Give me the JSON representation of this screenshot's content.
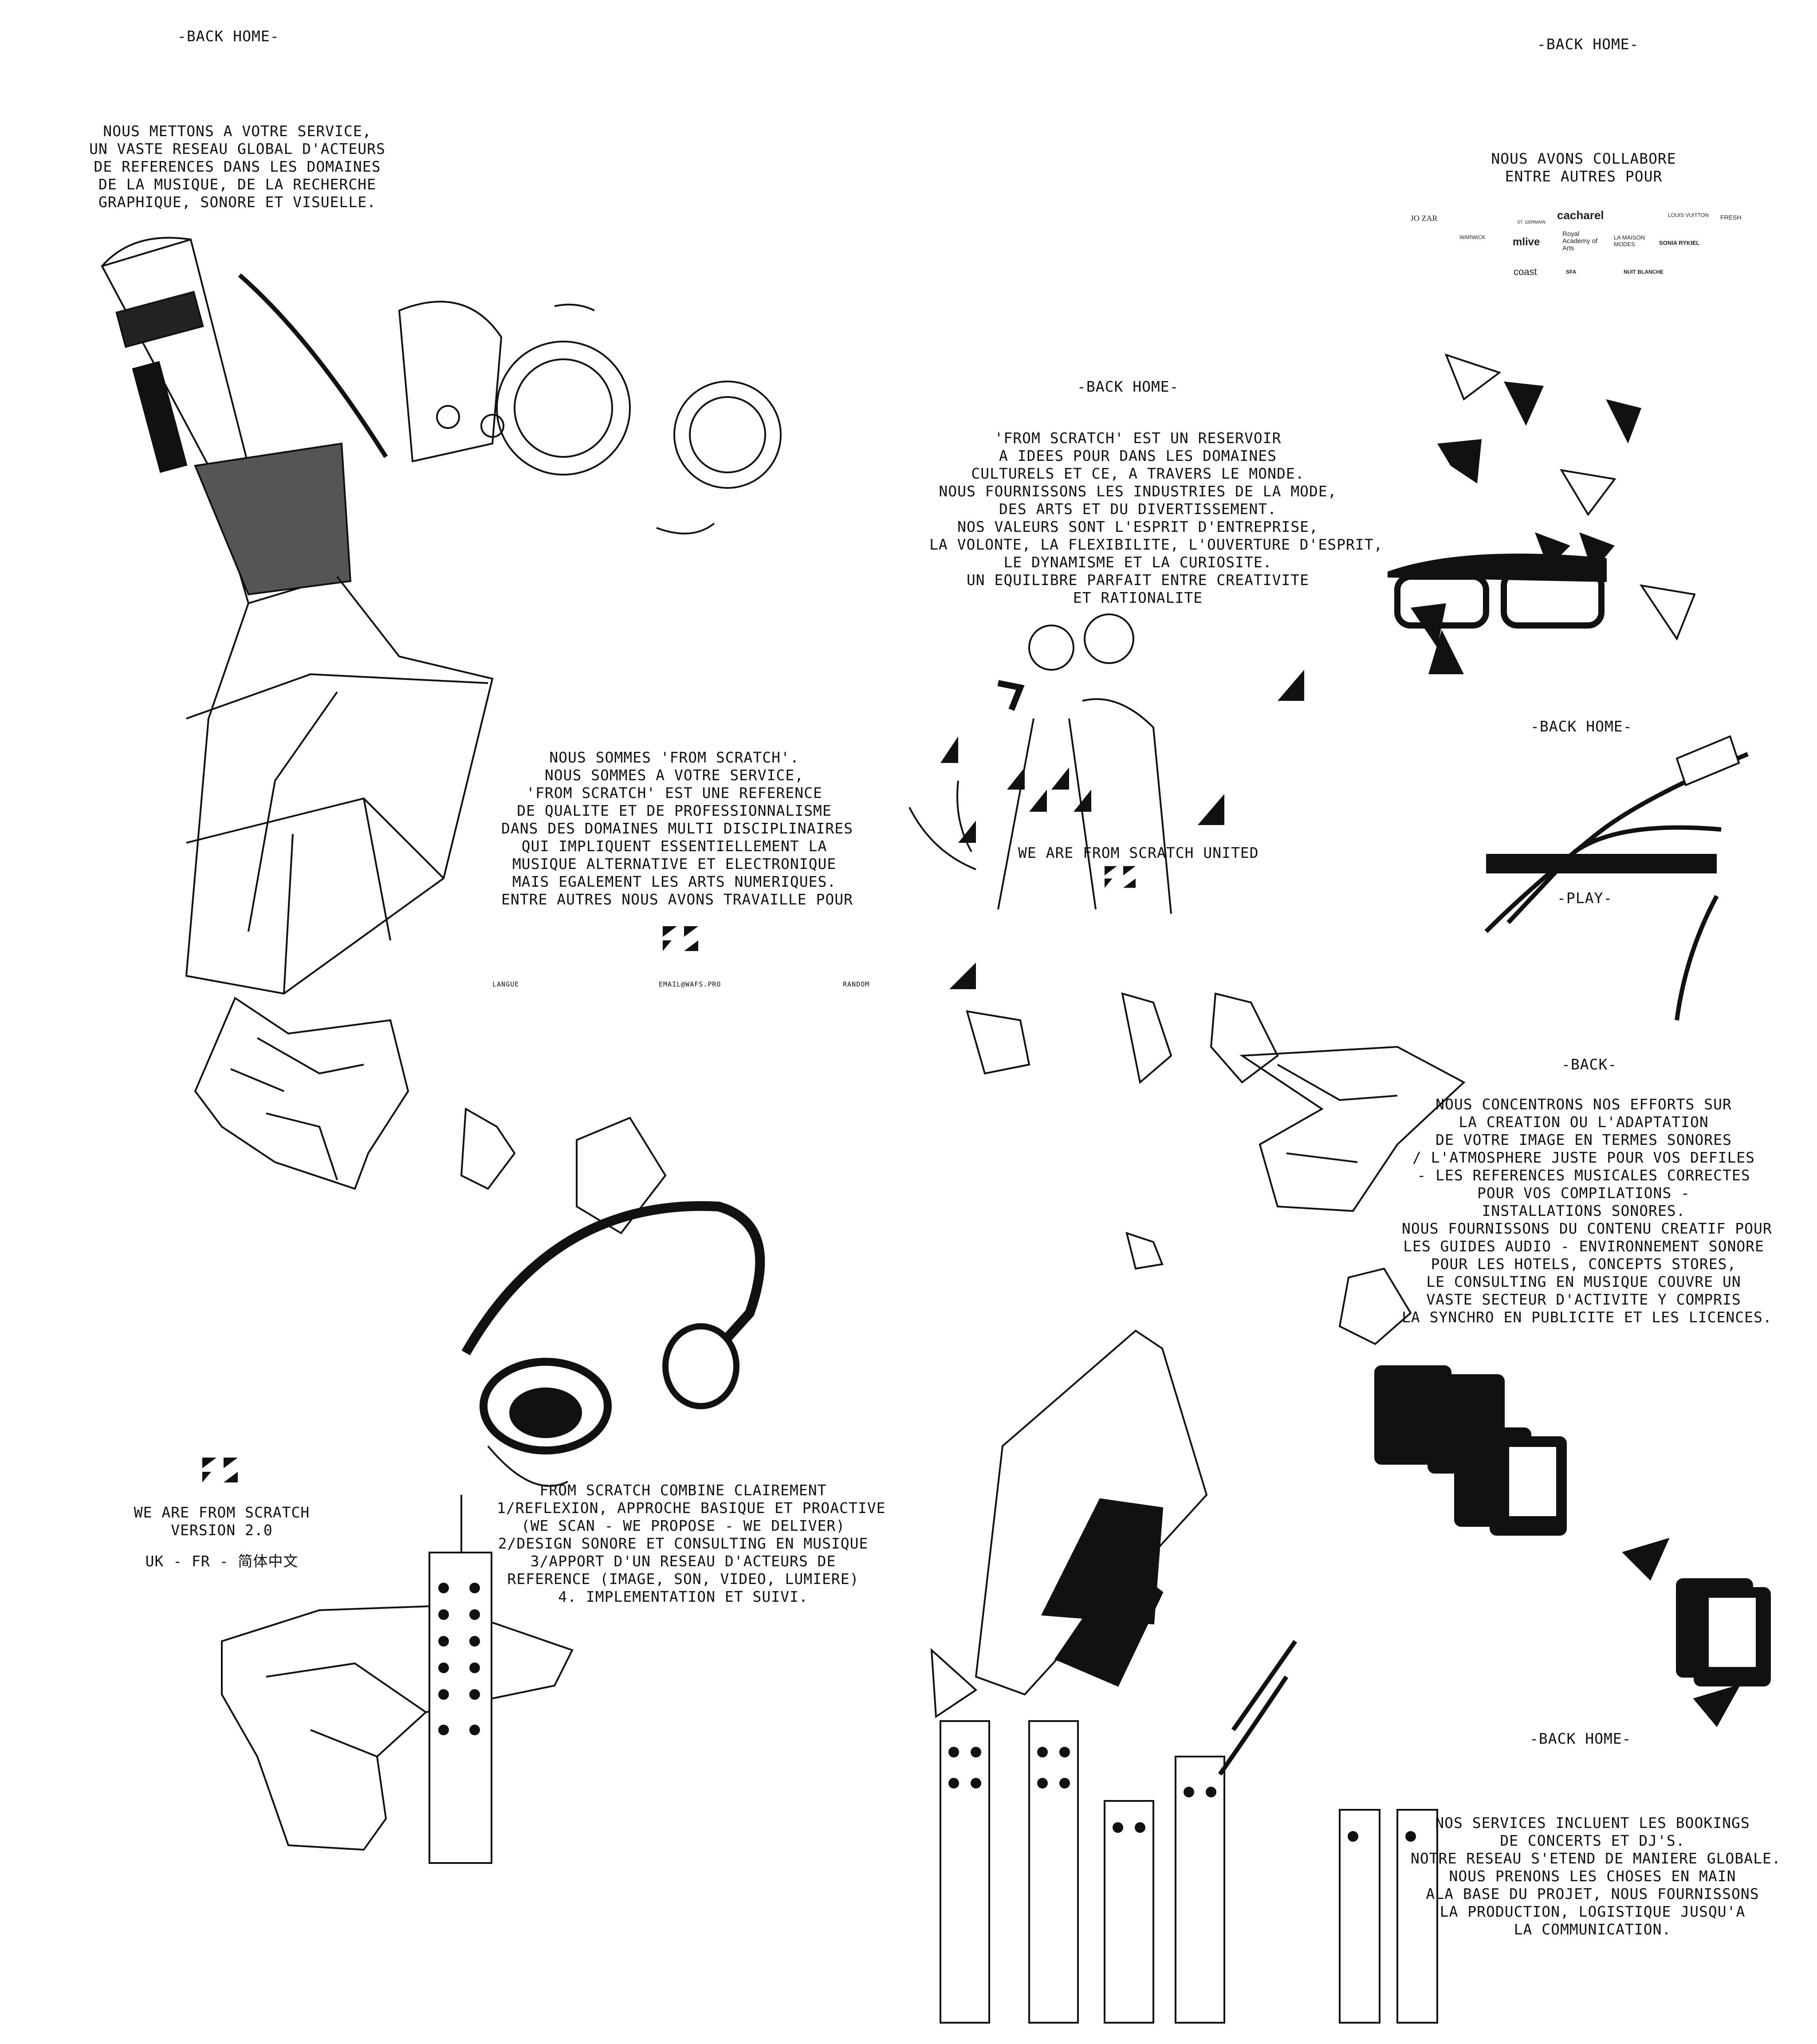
{
  "nav": {
    "back_home": "-BACK HOME-",
    "back": "-BACK-",
    "play": "-PLAY-"
  },
  "intro": {
    "lines": [
      "NOUS METTONS A VOTRE SERVICE,",
      "UN VASTE RESEAU GLOBAL D'ACTEURS",
      "DE REFERENCES DANS LES DOMAINES",
      "DE LA MUSIQUE, DE LA RECHERCHE",
      "GRAPHIQUE, SONORE ET VISUELLE."
    ]
  },
  "about": {
    "line1_prefix": "NOUS ",
    "line1_link": "SOMMES",
    "line1_suffix": " 'FROM SCRATCH'.",
    "line2_prefix": "NOUS SOMMES A ",
    "line2_link": "VOTRE SERVICE",
    "line2_suffix": ",",
    "line3_link": "'FROM SCRATCH'",
    "line3_suffix": " EST UNE REFERENCE",
    "lines": [
      "DE QUALITE ET DE PROFESSIONNALISME",
      "DANS DES DOMAINES MULTI DISCIPLINAIRES",
      "QUI IMPLIQUENT ESSENTIELLEMENT LA",
      "MUSIQUE ALTERNATIVE ET ELECTRONIQUE",
      "MAIS EGALEMENT LES ARTS NUMERIQUES."
    ],
    "last_prefix": "ENTRE AUTRES NOUS AVONS TRAVAILLE ",
    "last_link": "POUR"
  },
  "footer_links": {
    "langue": "LANGUE",
    "email": "EMAIL@WAFS.PRO",
    "random": "RANDOM"
  },
  "reservoir": {
    "lines": [
      "'FROM SCRATCH' EST UN RESERVOIR",
      "A IDEES POUR DANS LES DOMAINES",
      "CULTURELS ET CE, A TRAVERS LE MONDE.",
      "NOUS FOURNISSONS LES INDUSTRIES DE LA MODE,",
      "DES ARTS ET DU DIVERTISSEMENT.",
      "NOS VALEURS SONT L'ESPRIT D'ENTREPRISE,",
      "LA VOLONTE, LA FLEXIBILITE, L'OUVERTURE D'ESPRIT,",
      "LE DYNAMISME ET LA CURIOSITE.",
      "UN EQUILIBRE PARFAIT ENTRE CREATIVITE",
      "ET RATIONALITE"
    ],
    "tagline": "WE ARE FROM SCRATCH UNITED"
  },
  "collab": {
    "lines": [
      "NOUS AVONS COLLABORE",
      "ENTRE AUTRES POUR"
    ],
    "partners": {
      "ozar": "JO ZAR",
      "warwick": "WARWICK",
      "gardens": "ST. GERMAIN",
      "cacharel": "cacharel",
      "louis": "LOUIS VUITTON",
      "fresh": "FRESH",
      "mlive": "mlive",
      "royal": "Royal Academy of Arts",
      "lamaison": "LA MAISON MODES",
      "sonia": "SONIA RYKIEL",
      "coast": "coast",
      "sfa": "SFA",
      "nuit": "NUIT BLANCHE"
    }
  },
  "efforts": {
    "lines": [
      "NOUS CONCENTRONS NOS EFFORTS SUR",
      "LA CREATION OU L'ADAPTATION",
      "DE VOTRE IMAGE EN TERMES SONORES",
      "/ L'ATMOSPHERE JUSTE POUR VOS DEFILES",
      "- LES REFERENCES MUSICALES CORRECTES",
      "POUR VOS COMPILATIONS -",
      "INSTALLATIONS SONORES.",
      "NOUS FOURNISSONS DU CONTENU CREATIF POUR",
      "LES GUIDES AUDIO - ENVIRONNEMENT SONORE",
      "POUR LES HOTELS, CONCEPTS STORES,",
      "LE CONSULTING EN MUSIQUE COUVRE UN",
      "VASTE SECTEUR D'ACTIVITE Y COMPRIS",
      "LA SYNCHRO EN PUBLICITE ET LES LICENCES."
    ]
  },
  "version": {
    "lines": [
      "WE ARE FROM SCRATCH",
      "VERSION 2.0"
    ],
    "lang_uk": "UK",
    "lang_fr": "FR",
    "lang_cn": "简体中文",
    "sep": " - "
  },
  "combine": {
    "line1": "FROM SCRATCH COMBINE CLAIREMENT",
    "line2": "1/REFLEXION, APPROCHE BASIQUE ET PROACTIVE",
    "line3": "(WE SCAN - WE PROPOSE - WE DELIVER)",
    "line4": "2/DESIGN SONORE ET CONSULTING EN MUSIQUE",
    "line5": "3/APPORT D'UN RESEAU D'ACTEURS DE",
    "line6": "REFERENCE (IMAGE, SON, VIDEO, LUMIERE)",
    "line7": "4. IMPLEMENTATION ET SUIVI."
  },
  "services": {
    "lines": [
      "NOS SERVICES INCLUENT LES BOOKINGS",
      "DE CONCERTS ET DJ'S.",
      "NOTRE RESEAU S'ETEND DE MANIERE GLOBALE.",
      "NOUS PRENONS LES CHOSES EN MAIN",
      "ALA BASE DU PROJET, NOUS FOURNISSONS",
      "LA PRODUCTION, LOGISTIQUE JUSQU'A",
      "LA COMMUNICATION."
    ]
  },
  "colors": {
    "ink": "#111111",
    "background": "#ffffff"
  }
}
